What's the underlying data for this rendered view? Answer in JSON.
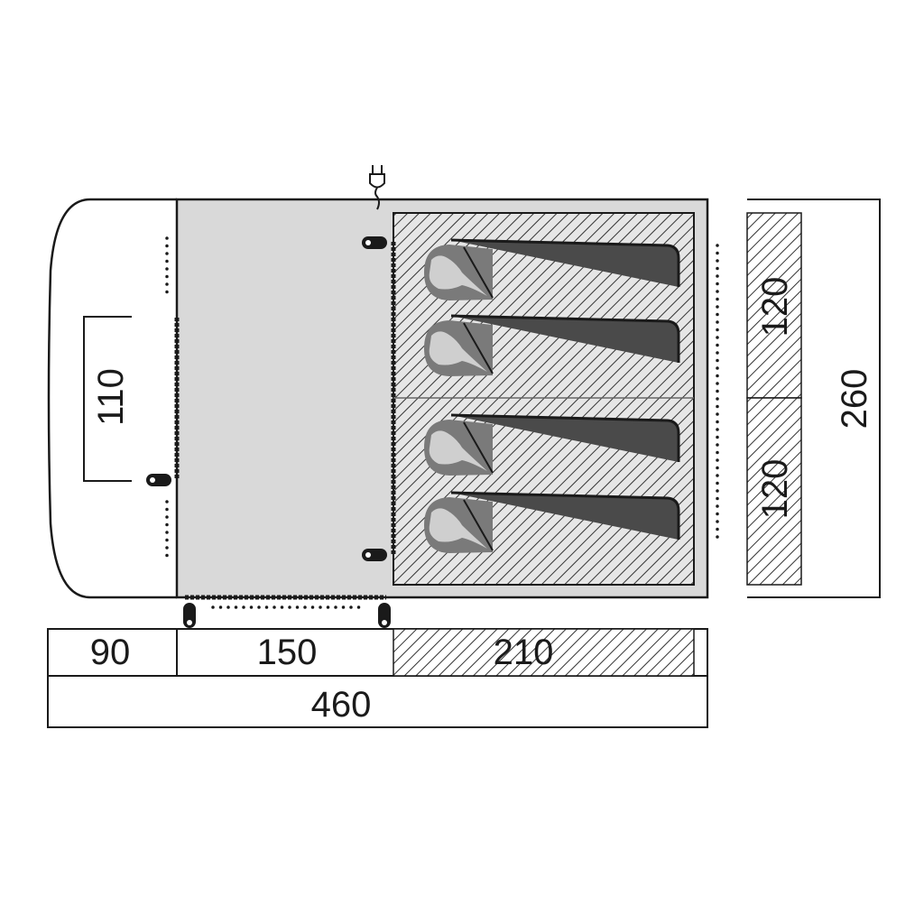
{
  "dimensions": {
    "porch_depth": "90",
    "living_depth": "150",
    "bedroom_depth": "210",
    "total_length": "460",
    "porch_door_width": "110",
    "bedroom_1_width": "120",
    "bedroom_2_width": "120",
    "total_width": "260"
  },
  "icons": [
    "power-plug-icon",
    "sleeping-bag-icon",
    "door-zipper-icon"
  ],
  "colors": {
    "line": "#1a1a1a",
    "living_fill": "#d9d9d9",
    "bag": "#4a4a4a",
    "bag_hood": "#7a7a7a",
    "head": "#cfcfcf"
  }
}
